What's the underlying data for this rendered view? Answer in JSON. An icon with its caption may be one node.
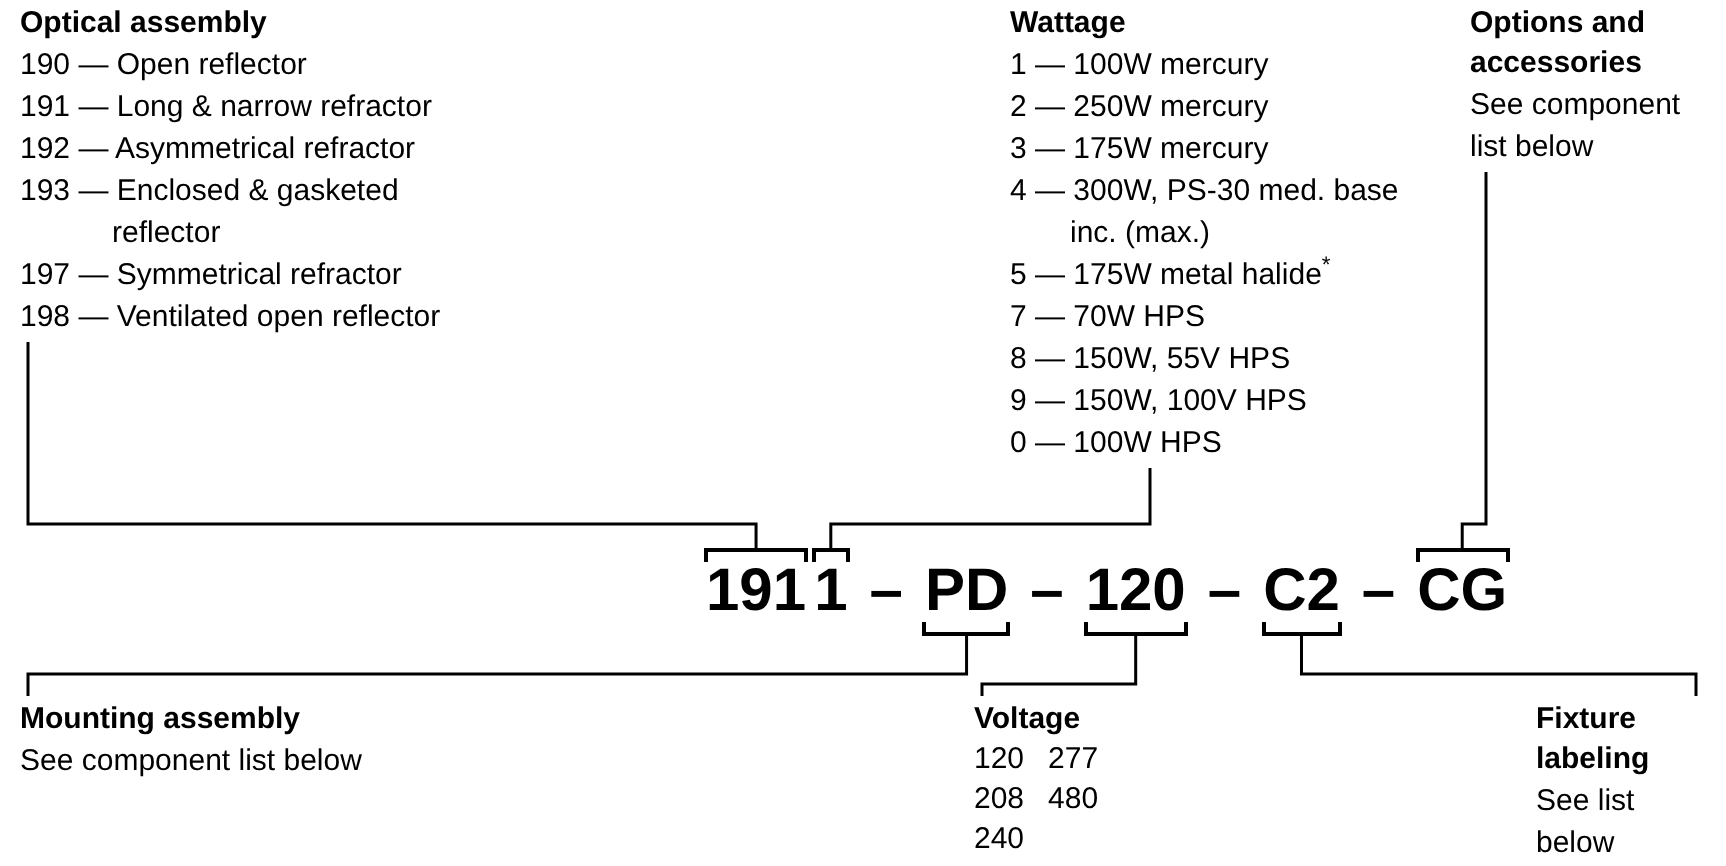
{
  "diagram": {
    "nodes": [
      {
        "text": [
          "Optical assembly",
          "190 — Open reflector",
          "191 — Long & narrow refractor",
          "192 — Asymmetrical refractor",
          "193 — Enclosed & gasketed reflector",
          "197 — Symmetrical refractor",
          "198 — Ventilated open reflector"
        ]
      },
      {
        "text": [
          "Wattage",
          "1 — 100W mercury",
          "2 — 250W mercury",
          "3 — 175W mercury",
          "4 — 300W, PS-30 med. base inc. (max.)",
          "5 — 175W metal halide$^{*}$",
          "7 — 70W HPS",
          "8 — 150W, 55V HPS",
          "9 — 150W, 100V HPS",
          "0 — 100W HPS"
        ]
      },
      {
        "text": [
          "Options and accessories",
          "See component list below"
        ]
      },
      {
        "text": [
          "191"
        ]
      },
      {
        "text": [
          "1"
        ]
      },
      {
        "text": [
          "PD"
        ]
      },
      {
        "text": [
          "120"
        ]
      },
      {
        "text": [
          "C2"
        ]
      },
      {
        "text": [
          "CG"
        ]
      },
      {
        "text": [
          "Mounting assembly",
          "See component list below"
        ]
      },
      {
        "text": [
          "Voltage",
          "120",
          "277",
          "208",
          "480",
          "240"
        ]
      },
      {
        "text": [
          "Fixture labeling",
          "See list below"
        ]
      }
    ],
    "edges": [
      {
        "from": 0,
        "to": 3,
        "arrow": "none"
      },
      {
        "from": 1,
        "to": 4,
        "arrow": "none"
      },
      {
        "from": 2,
        "to": 8,
        "arrow": "none"
      },
      {
        "from": 9,
        "to": 5,
        "arrow": "none"
      },
      {
        "from": 10,
        "to": 6,
        "arrow": "none"
      },
      {
        "from": 11,
        "to": 7,
        "arrow": "none"
      }
    ],
    "labels": [
      "–",
      "–",
      "–",
      "–"
    ]
  }
}
